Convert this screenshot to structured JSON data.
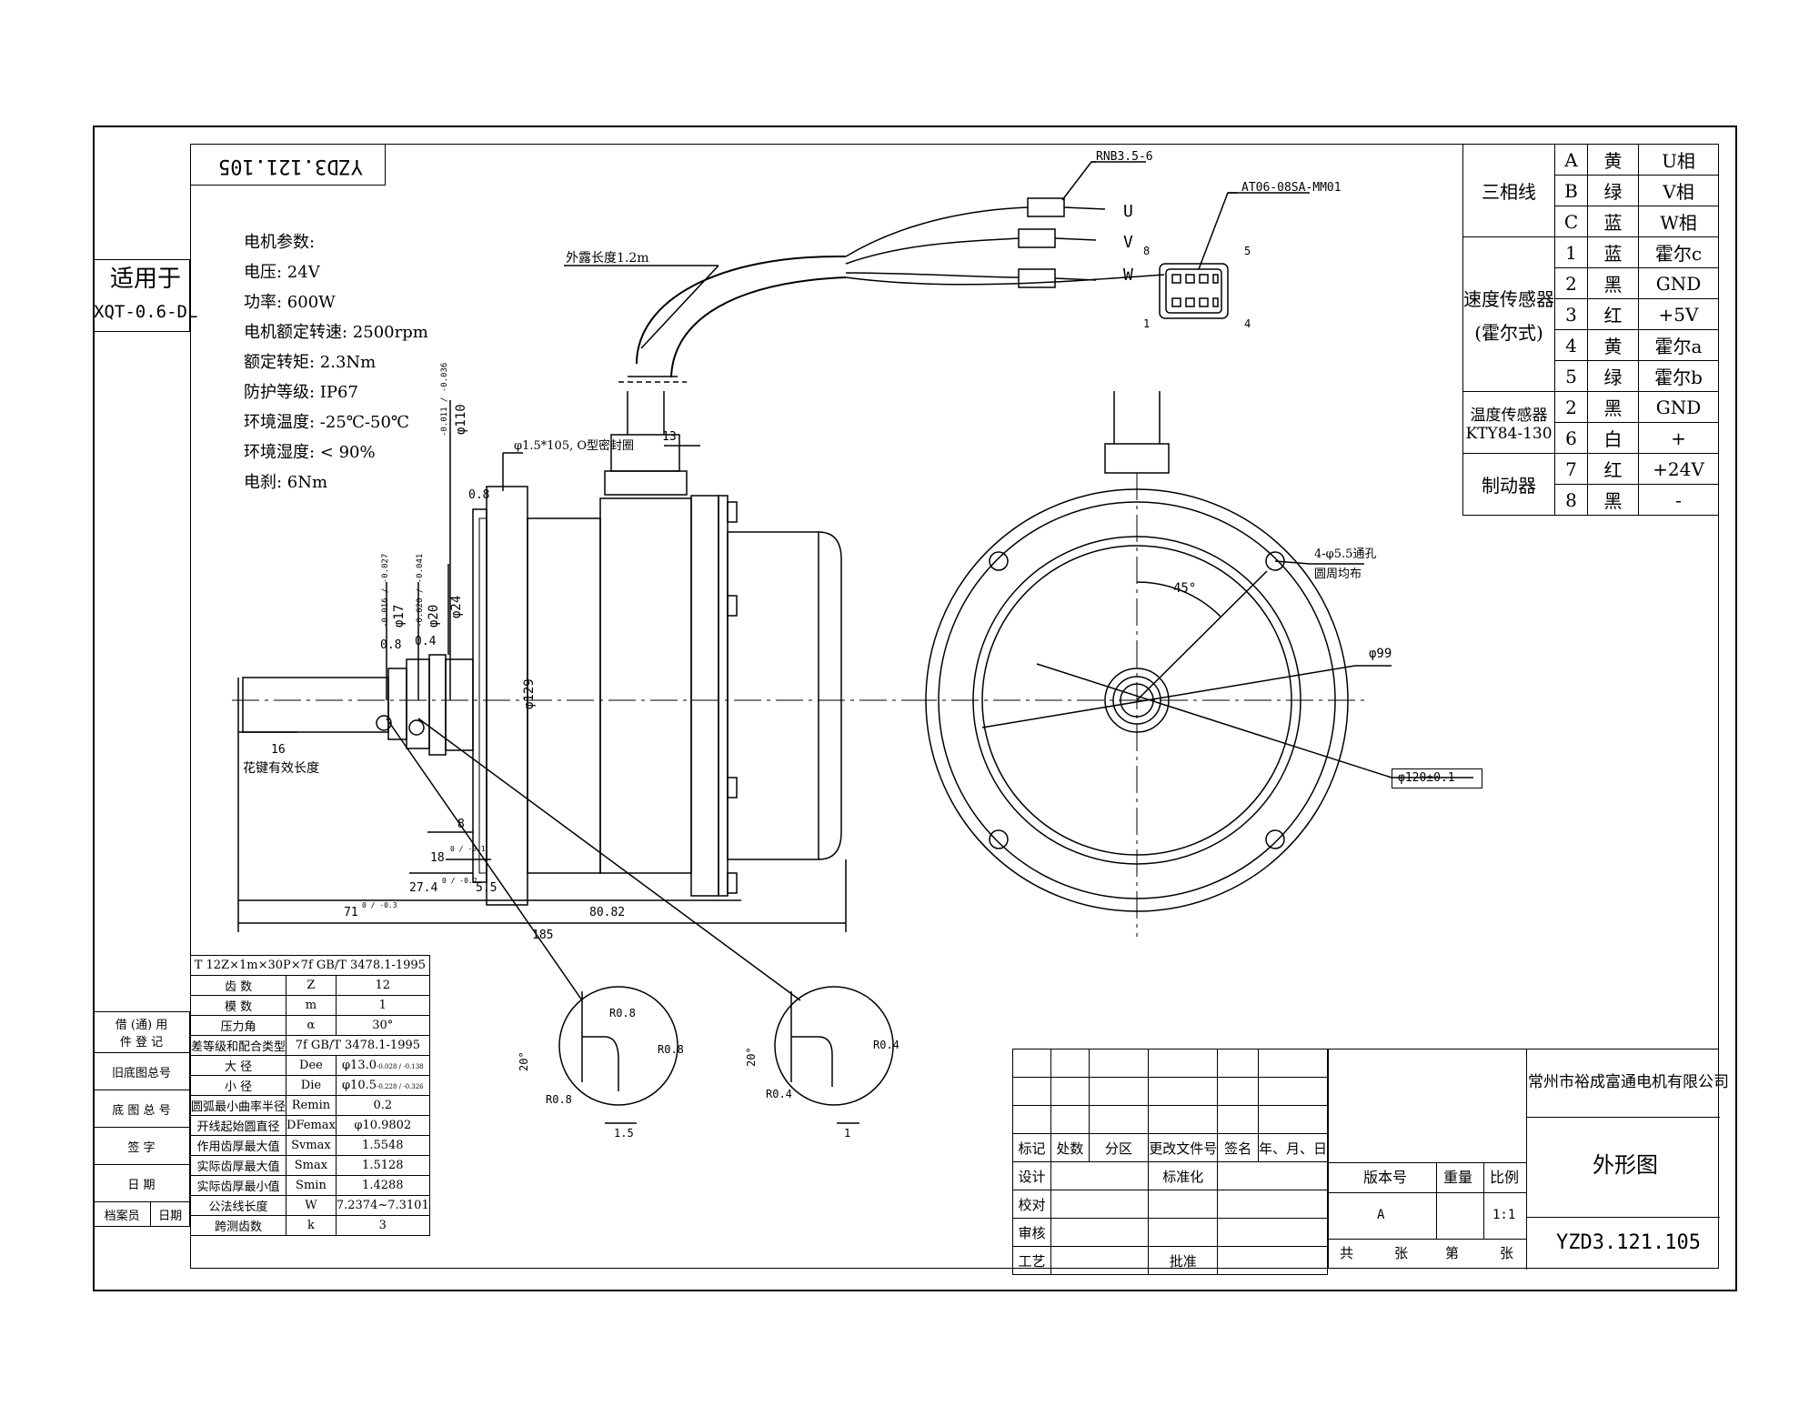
{
  "drawing_number_top": "YZD3.121.105",
  "applies_to": {
    "label": "适用于",
    "model": "XQT-0.6-DL"
  },
  "motor_params": [
    "电机参数:",
    "电压: 24V",
    "功率: 600W",
    "电机额定转速: 2500rpm",
    "额定转矩: 2.3Nm",
    "防护等级: IP67",
    "环境温度: -25℃-50℃",
    "环境湿度: < 90%",
    "电刹: 6Nm"
  ],
  "callouts": {
    "rnb": "RNB3.5-6",
    "connector": "AT06-08SA-MM01",
    "cable_length": "外露长度1.2m",
    "u": "U",
    "v": "V",
    "w": "W",
    "pin8": "8",
    "pin5": "5",
    "pin1": "1",
    "pin4": "4",
    "oring": "φ1.5*105, O型密封圈",
    "holes": "4-φ5.5通孔",
    "holes2": "圆周均布",
    "angle": "45°",
    "d99": "φ99",
    "d120": "φ120±0.1",
    "spline_len": "花键有效长度"
  },
  "dims": {
    "d110": "φ110",
    "d110_tol": "-0.011 / -0.036",
    "d17": "φ17",
    "d17_tol": "-0.016 / -0.027",
    "d20": "φ20",
    "d20_tol": "-0.020 / -0.041",
    "d24": "φ24",
    "d129": "φ129",
    "r08a": "0.8",
    "r04": "0.4",
    "r08b": "0.8",
    "d13": "13",
    "d16": "16",
    "d8": "8",
    "d18": "18",
    "d18_tol": "0 / -0.1",
    "d274": "27.4",
    "d274_tol": "0 / -0.2",
    "d55": "5.5",
    "d71": "71",
    "d71_tol": "0 / -0.3",
    "d8082": "80.82",
    "d185": "185"
  },
  "detail_a": {
    "r1": "R0.8",
    "r2": "R0.8",
    "r3": "R0.8",
    "angle": "20°",
    "w": "1.5"
  },
  "detail_b": {
    "r1": "R0.4",
    "r2": "R0.4",
    "angle": "20°",
    "w": "1"
  },
  "spline_table": {
    "header": "T 12Z×1m×30P×7f GB/T 3478.1-1995",
    "rows": [
      [
        "齿 数",
        "Z",
        "12"
      ],
      [
        "模 数",
        "m",
        "1"
      ],
      [
        "压力角",
        "α",
        "30°"
      ],
      [
        "差等级和配合类型",
        "7f GB/T 3478.1-1995",
        ""
      ],
      [
        "大 径",
        "Dee",
        "φ13.0"
      ],
      [
        "小 径",
        "Die",
        "φ10.5"
      ],
      [
        "圆弧最小曲率半径",
        "Remin",
        "0.2"
      ],
      [
        "开线起始圆直径",
        "DFemax",
        "φ10.9802"
      ],
      [
        "作用齿厚最大值",
        "Svmax",
        "1.5548"
      ],
      [
        "实际齿厚最大值",
        "Smax",
        "1.5128"
      ],
      [
        "实际齿厚最小值",
        "Smin",
        "1.4288"
      ],
      [
        "公法线长度",
        "W",
        "7.2374~7.3101"
      ],
      [
        "跨测齿数",
        "k",
        "3"
      ]
    ],
    "dee_tol": "-0.028 / -0.138",
    "die_tol": "-0.228 / -0.326"
  },
  "side_block": [
    {
      "a": "借 (通) 用",
      "b": "件 登 记"
    },
    {
      "a": "旧底图总号",
      "b": ""
    },
    {
      "a": "底 图 总 号",
      "b": ""
    },
    {
      "a": "签 字",
      "b": ""
    },
    {
      "a": "日 期",
      "b": ""
    },
    {
      "a": "档案员",
      "b": "日期"
    }
  ],
  "wiring_table": [
    {
      "group": "三相线",
      "pin": "A",
      "color": "黄",
      "fn": "U相"
    },
    {
      "group": "",
      "pin": "B",
      "color": "绿",
      "fn": "V相"
    },
    {
      "group": "",
      "pin": "C",
      "color": "蓝",
      "fn": "W相"
    },
    {
      "group": "速度传感器",
      "pin": "1",
      "color": "蓝",
      "fn": "霍尔c"
    },
    {
      "group": "(霍尔式)",
      "pin": "2",
      "color": "黑",
      "fn": "GND"
    },
    {
      "group": "",
      "pin": "3",
      "color": "红",
      "fn": "+5V"
    },
    {
      "group": "",
      "pin": "4",
      "color": "黄",
      "fn": "霍尔a"
    },
    {
      "group": "",
      "pin": "5",
      "color": "绿",
      "fn": "霍尔b"
    },
    {
      "group": "温度传感器",
      "pin": "2",
      "color": "黑",
      "fn": "GND"
    },
    {
      "group": "KTY84-130",
      "pin": "6",
      "color": "白",
      "fn": "+"
    },
    {
      "group": "制动器",
      "pin": "7",
      "color": "红",
      "fn": "+24V"
    },
    {
      "group": "",
      "pin": "8",
      "color": "黑",
      "fn": "-"
    }
  ],
  "title_block": {
    "company": "常州市裕成富通电机有限公司",
    "drawing_name": "外形图",
    "drawing_no": "YZD3.121.105",
    "h_mark": "标记",
    "h_count": "处数",
    "h_zone": "分区",
    "h_doc": "更改文件号",
    "h_sign": "签名",
    "h_date": "年、月、日",
    "design": "设计",
    "standard": "标准化",
    "check": "校对",
    "review": "审核",
    "process": "工艺",
    "approve": "批准",
    "version_label": "版本号",
    "weight_label": "重量",
    "scale_label": "比例",
    "version": "A",
    "scale": "1:1",
    "sheets": "共",
    "sheets_unit": "张",
    "sheet": "第",
    "sheet_unit": "张"
  }
}
